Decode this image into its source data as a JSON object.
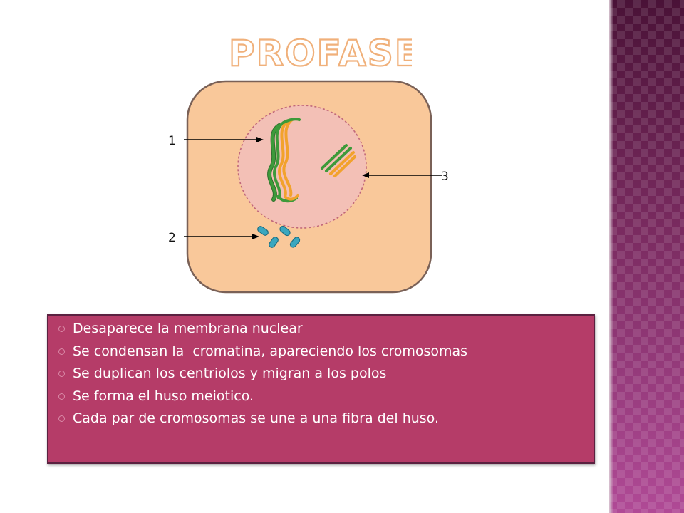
{
  "slide": {
    "title": "PROFASE I"
  },
  "diagram": {
    "labels": [
      "1",
      "2",
      "3"
    ]
  },
  "bullets": [
    "Desaparece la membrana nuclear",
    "Se condensan la  cromatina, apareciendo los cromosomas",
    "Se duplican los centriolos y migran a los polos",
    "Se forma el huso meiotico.",
    "Cada par de cromosomas se une a una fibra del huso."
  ],
  "colors": {
    "cytoplasm": "#f9c89a",
    "cell_border": "#7a6157",
    "nucleus": "#f3c0b6",
    "chromosome_green": "#3d9a3a",
    "chromosome_orange": "#f2a22c",
    "centriole": "#3aa7bf",
    "text_box": "#b53c68",
    "title": "#f7bf86",
    "side_panel": "#7d2f63"
  }
}
